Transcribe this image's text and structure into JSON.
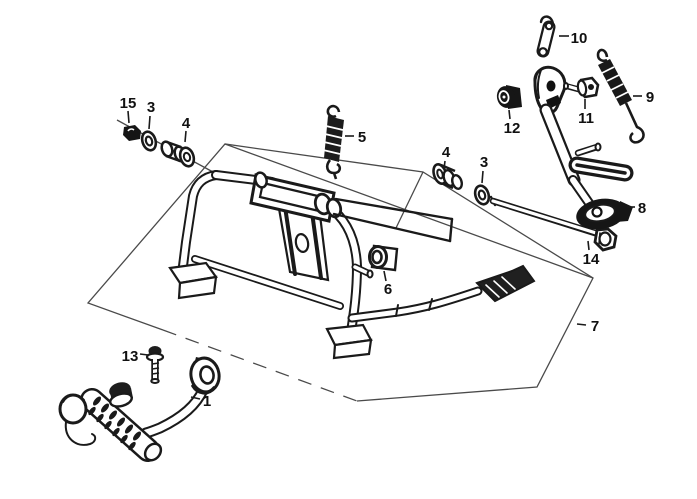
{
  "diagram": {
    "kind": "exploded-parts-diagram",
    "subject": "main stand / kick starter pedal / side stand assembly",
    "background_color": "#ffffff",
    "line_color": "#1a1a1a"
  },
  "callouts": [
    {
      "number": "1",
      "part": "kick-starter-pedal-arm"
    },
    {
      "number": "3",
      "part": "washer-left"
    },
    {
      "number": "4",
      "part": "collar-left"
    },
    {
      "number": "5",
      "part": "main-stand-spring"
    },
    {
      "number": "15",
      "part": "lock-nut"
    },
    {
      "number": "4",
      "part": "collar-right"
    },
    {
      "number": "3",
      "part": "washer-right"
    },
    {
      "number": "6",
      "part": "rubber-stopper"
    },
    {
      "number": "7",
      "part": "main-stand-assembly"
    },
    {
      "number": "8",
      "part": "side-stand"
    },
    {
      "number": "9",
      "part": "side-stand-spring"
    },
    {
      "number": "10",
      "part": "joint-link"
    },
    {
      "number": "11",
      "part": "pivot-bolt"
    },
    {
      "number": "12",
      "part": "rubber-cap"
    },
    {
      "number": "13",
      "part": "flange-bolt"
    },
    {
      "number": "14",
      "part": "main-stand-pivot-shaft"
    }
  ]
}
